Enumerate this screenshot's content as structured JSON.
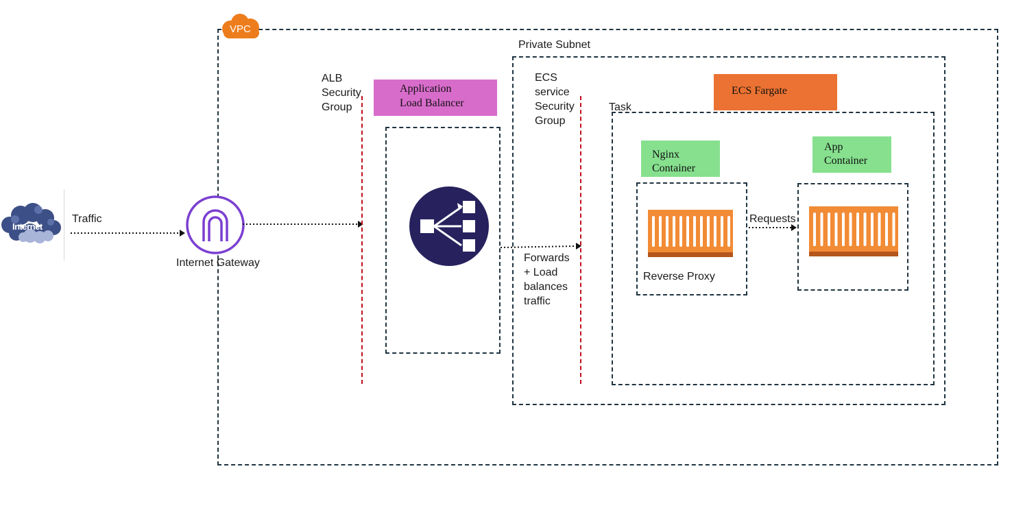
{
  "vpc": {
    "badge": "VPC",
    "badge_color": "#ED7D1C"
  },
  "internet": {
    "label": "Internet",
    "icon": "internet-cloud-icon"
  },
  "traffic_label": "Traffic",
  "internet_gateway": {
    "label": "Internet Gateway",
    "icon": "internet-gateway-icon",
    "color": "#7B3FD1"
  },
  "alb_security_group": {
    "label": "ALB\nSecurity\nGroup",
    "line_color": "#C0101A"
  },
  "load_balancer": {
    "label": "Application\nLoad Balancer",
    "header_color": "#D86CCB",
    "icon": "load-balancer-icon",
    "icon_color": "#27225E"
  },
  "private_subnet": {
    "label": "Private Subnet"
  },
  "ecs_security_group": {
    "label": "ECS\nservice\nSecurity\nGroup"
  },
  "forwards_label": "Forwards\n+ Load\nbalances\ntraffic",
  "ecs_fargate": {
    "label": "ECS Fargate",
    "color": "#EB7232"
  },
  "task": {
    "label": "Task"
  },
  "nginx": {
    "label": "Nginx\nContainer",
    "header_color": "#86E08E",
    "icon": "container-icon",
    "caption": "Reverse Proxy"
  },
  "requests_label": "Requests",
  "app": {
    "label": "App\nContainer",
    "header_color": "#86E08E",
    "icon": "container-icon"
  },
  "container_color": "#F28B35"
}
